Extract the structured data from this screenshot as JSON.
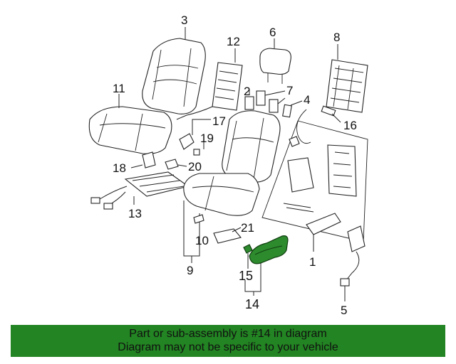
{
  "callouts": {
    "c1": "1",
    "c2": "2",
    "c3": "3",
    "c4": "4",
    "c5": "5",
    "c6": "6",
    "c7": "7",
    "c8": "8",
    "c9": "9",
    "c10": "10",
    "c11": "11",
    "c12": "12",
    "c13": "13",
    "c14": "14",
    "c15": "15",
    "c16": "16",
    "c17": "17",
    "c18": "18",
    "c19": "19",
    "c20": "20",
    "c21": "21"
  },
  "highlight_color": "#2d8a2d",
  "banner": {
    "color": "#228422",
    "line1": "Part or sub-assembly is #14 in diagram",
    "line2": "Diagram may not be specific to your vehicle"
  }
}
